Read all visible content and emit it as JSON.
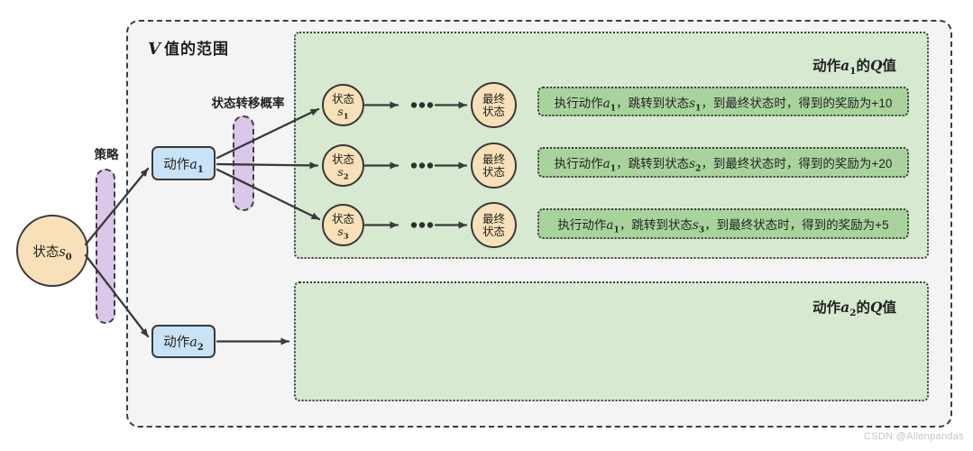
{
  "colors": {
    "outer_fill": "#f4f4f4",
    "border_dark": "#3a3a3a",
    "circle_fill": "#f8e1b8",
    "action_fill": "#c9e2f5",
    "bar_fill": "#dbc7ea",
    "q_section_fill": "#d7e9d1",
    "reward_fill": "#a9d39c",
    "watermark_color": "#c4c4c4"
  },
  "outer": {
    "label_var": "V",
    "label_text": "值的范围"
  },
  "policy": {
    "label": "策略"
  },
  "transition": {
    "label": "状态转移概率"
  },
  "state0": {
    "text": "状态",
    "var": "s",
    "sub": "0"
  },
  "actions": [
    {
      "text": "动作",
      "var": "a",
      "sub": "1"
    },
    {
      "text": "动作",
      "var": "a",
      "sub": "2"
    }
  ],
  "q_sections": [
    {
      "title": {
        "t1": "动作",
        "v1": "a",
        "b1": "1",
        "t2": "的",
        "v2": "Q",
        "t3": "值"
      }
    },
    {
      "title": {
        "t1": "动作",
        "v1": "a",
        "b1": "2",
        "t2": "的",
        "v2": "Q",
        "t3": "值"
      }
    }
  ],
  "state_rows": [
    {
      "state": {
        "label": "状态",
        "var": "s",
        "sub": "1"
      },
      "final": {
        "line1": "最终",
        "line2": "状态"
      },
      "reward": {
        "t1": "执行动作",
        "v1": "a",
        "b1": "1",
        "t2": "，跳转到状态",
        "v2": "s",
        "b2": "1",
        "t3": "，到最终状态时，得到的奖励为+10"
      }
    },
    {
      "state": {
        "label": "状态",
        "var": "s",
        "sub": "2"
      },
      "final": {
        "line1": "最终",
        "line2": "状态"
      },
      "reward": {
        "t1": "执行动作",
        "v1": "a",
        "b1": "1",
        "t2": "，跳转到状态",
        "v2": "s",
        "b2": "2",
        "t3": "，到最终状态时，得到的奖励为+20"
      }
    },
    {
      "state": {
        "label": "状态",
        "var": "s",
        "sub": "3"
      },
      "final": {
        "line1": "最终",
        "line2": "状态"
      },
      "reward": {
        "t1": "执行动作",
        "v1": "a",
        "b1": "1",
        "t2": "，跳转到状态",
        "v2": "s",
        "b2": "3",
        "t3": "，到最终状态时，得到的奖励为+5"
      }
    }
  ],
  "watermark": "CSDN @Allenpandas"
}
